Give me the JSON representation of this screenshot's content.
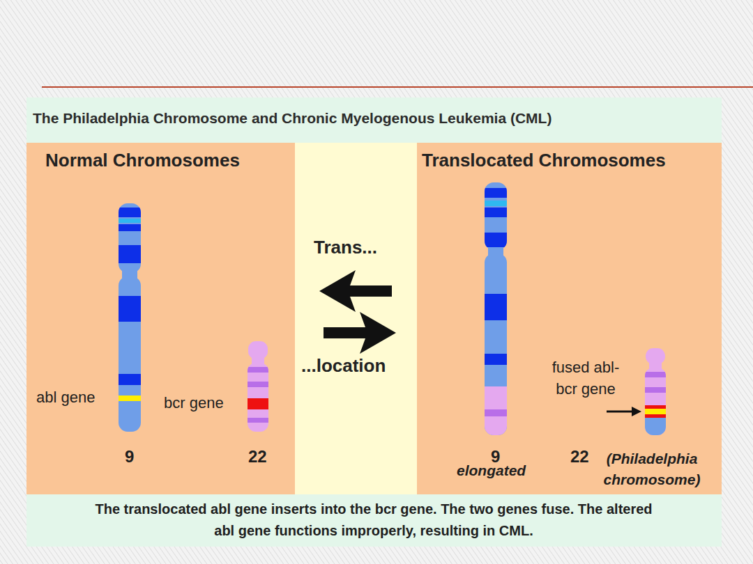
{
  "diagram": {
    "title": "The Philadelphia Chromosome and Chronic Myelogenous Leukemia (CML)",
    "caption": "The translocated abl gene inserts into the bcr gene. The two genes fuse. The altered abl gene functions improperly, resulting in CML.",
    "nodes": [
      {
        "text": [
          "Normal Chromosomes"
        ]
      },
      {
        "text": [
          "Trans...",
          "...location"
        ]
      },
      {
        "text": [
          "Translocated Chromosomes"
        ]
      }
    ],
    "labels": [
      "abl gene",
      "bcr gene",
      "9",
      "22",
      "9",
      "elongated",
      "fused abl-bcr gene",
      "22",
      "(Philadelphia chromosome)"
    ]
  }
}
